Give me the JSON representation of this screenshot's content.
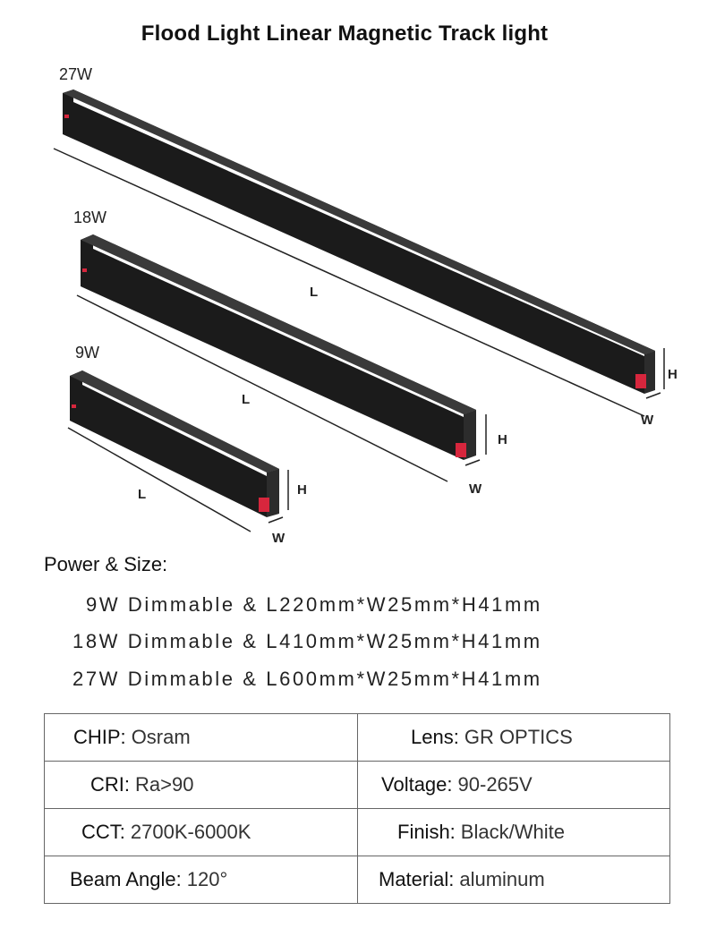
{
  "title": "Flood Light Linear Magnetic Track light",
  "products": [
    {
      "power": "27W",
      "dims": {
        "l": "L",
        "w": "W",
        "h": "H"
      }
    },
    {
      "power": "18W",
      "dims": {
        "l": "L",
        "w": "W",
        "h": "H"
      }
    },
    {
      "power": "9W",
      "dims": {
        "l": "L",
        "w": "W",
        "h": "H"
      }
    }
  ],
  "power_size": {
    "heading": "Power & Size:",
    "lines": [
      "9W Dimmable & L220mm*W25mm*H41mm",
      "18W Dimmable & L410mm*W25mm*H41mm",
      "27W Dimmable & L600mm*W25mm*H41mm"
    ]
  },
  "specs": [
    [
      {
        "key": "CHIP:",
        "value": "Osram"
      },
      {
        "key": "Lens:",
        "value": "GR OPTICS"
      }
    ],
    [
      {
        "key": "CRI:",
        "value": "Ra>90"
      },
      {
        "key": "Voltage:",
        "value": "90-265V"
      }
    ],
    [
      {
        "key": "CCT:",
        "value": "2700K-6000K"
      },
      {
        "key": "Finish:",
        "value": "Black/White"
      }
    ],
    [
      {
        "key": "Beam Angle:",
        "value": "120°"
      },
      {
        "key": "Material:",
        "value": "aluminum"
      }
    ]
  ],
  "colors": {
    "body": "#1b1b1b",
    "lens": "#ffffff",
    "connector": "#d7263d",
    "dim_line": "#222222",
    "table_border": "#666666"
  }
}
